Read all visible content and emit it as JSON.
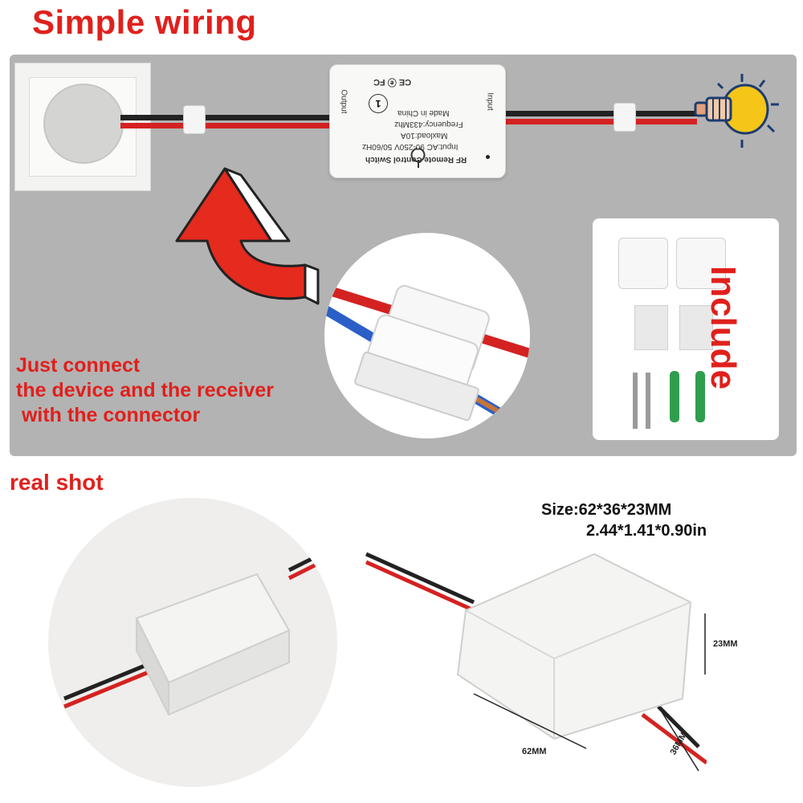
{
  "headings": {
    "main_title": "Simple wiring",
    "real_shot": "real shot",
    "include": "Include"
  },
  "caption_lines": [
    "Just connect",
    "the device and the receiver",
    " with the connector"
  ],
  "device": {
    "name": "RF Remote Control Switch",
    "input": "Input:AC 90-250V 50/60Hz",
    "maxload": "Maxload:10A",
    "frequency": "Frequency:433Mhz",
    "made_in": "Made in China",
    "output_label": "Output",
    "input_label": "Input",
    "channel": "1",
    "cert_marks": "CE ⓔ FC"
  },
  "dimensions": {
    "size_mm": "Size:62*36*23MM",
    "size_in": "2.44*1.41*0.90in",
    "height": "23MM",
    "length": "62MM",
    "width": "36MM"
  },
  "colors": {
    "accent_red": "#e0201c",
    "panel_gray": "#b3b3b3",
    "wire_red": "#d42222",
    "wire_black": "#222222",
    "bulb_yellow": "#f5c518"
  },
  "icons": [
    "wall-socket",
    "light-bulb",
    "curved-arrow",
    "screw",
    "wall-anchor",
    "adhesive-pad",
    "wire-connector"
  ]
}
